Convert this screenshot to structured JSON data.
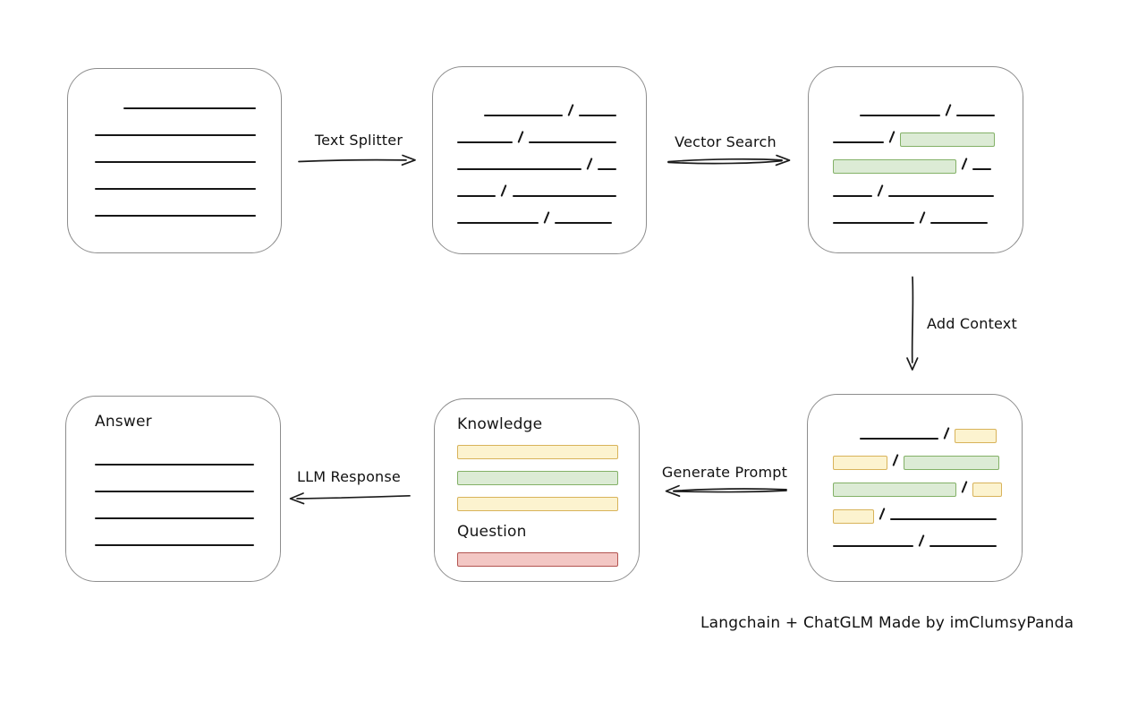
{
  "labels": {
    "text_splitter": "Text Splitter",
    "vector_search": "Vector Search",
    "add_context": "Add Context",
    "generate_prompt": "Generate Prompt",
    "llm_response": "LLM Response",
    "knowledge": "Knowledge",
    "question": "Question",
    "answer": "Answer",
    "credit": "Langchain + ChatGLM Made by imClumsyPanda"
  },
  "colors": {
    "box_border": "#8d8d8d",
    "stroke": "#161616",
    "yellow_fill": "#fcf3cf",
    "yellow_border": "#d8b35a",
    "green_fill": "#dcebd5",
    "green_border": "#83b167",
    "red_fill": "#f3c7c4",
    "red_border": "#b35450"
  },
  "diagram": {
    "boxes": {
      "source-document": {
        "rows": [
          {
            "indent": 32,
            "segs": [
              {
                "t": "line",
                "w": 148
              }
            ]
          },
          {
            "segs": [
              {
                "t": "line",
                "w": 180
              }
            ]
          },
          {
            "segs": [
              {
                "t": "line",
                "w": 180
              }
            ]
          },
          {
            "segs": [
              {
                "t": "line",
                "w": 180
              }
            ]
          },
          {
            "segs": [
              {
                "t": "line",
                "w": 180
              }
            ]
          }
        ]
      },
      "split-text": {
        "rows": [
          {
            "indent": 30,
            "segs": [
              {
                "t": "line",
                "w": 90
              },
              {
                "t": "slash"
              },
              {
                "t": "line",
                "w": 43
              }
            ]
          },
          {
            "segs": [
              {
                "t": "line",
                "w": 63
              },
              {
                "t": "slash"
              },
              {
                "t": "line",
                "w": 100
              }
            ]
          },
          {
            "segs": [
              {
                "t": "line",
                "w": 140
              },
              {
                "t": "slash"
              },
              {
                "t": "line",
                "w": 21
              }
            ]
          },
          {
            "segs": [
              {
                "t": "line",
                "w": 44
              },
              {
                "t": "slash"
              },
              {
                "t": "line",
                "w": 118
              }
            ]
          },
          {
            "segs": [
              {
                "t": "line",
                "w": 91
              },
              {
                "t": "slash"
              },
              {
                "t": "line",
                "w": 64
              }
            ]
          }
        ]
      },
      "vector-matched": {
        "rows": [
          {
            "indent": 30,
            "segs": [
              {
                "t": "line",
                "w": 90
              },
              {
                "t": "slash"
              },
              {
                "t": "line",
                "w": 43
              }
            ]
          },
          {
            "segs": [
              {
                "t": "line",
                "w": 63
              },
              {
                "t": "slash"
              },
              {
                "t": "chip",
                "c": "green",
                "w": 106
              }
            ]
          },
          {
            "segs": [
              {
                "t": "chip",
                "c": "green",
                "w": 138
              },
              {
                "t": "slash"
              },
              {
                "t": "line",
                "w": 21
              }
            ]
          },
          {
            "segs": [
              {
                "t": "line",
                "w": 44
              },
              {
                "t": "slash"
              },
              {
                "t": "line",
                "w": 118
              }
            ]
          },
          {
            "segs": [
              {
                "t": "line",
                "w": 91
              },
              {
                "t": "slash"
              },
              {
                "t": "line",
                "w": 64
              }
            ]
          }
        ]
      },
      "context-prompt": {
        "rows": [
          {
            "indent": 30,
            "segs": [
              {
                "t": "line",
                "w": 93
              },
              {
                "t": "slash"
              },
              {
                "t": "chip",
                "c": "yellow",
                "w": 47
              }
            ]
          },
          {
            "segs": [
              {
                "t": "chip",
                "c": "yellow",
                "w": 61
              },
              {
                "t": "slash"
              },
              {
                "t": "chip",
                "c": "green",
                "w": 107
              }
            ]
          },
          {
            "segs": [
              {
                "t": "chip",
                "c": "green",
                "w": 138
              },
              {
                "t": "slash"
              },
              {
                "t": "chip",
                "c": "yellow",
                "w": 33
              }
            ]
          },
          {
            "segs": [
              {
                "t": "chip",
                "c": "yellow",
                "w": 46
              },
              {
                "t": "slash"
              },
              {
                "t": "line",
                "w": 120
              }
            ]
          },
          {
            "segs": [
              {
                "t": "line",
                "w": 91
              },
              {
                "t": "slash"
              },
              {
                "t": "line",
                "w": 76
              }
            ]
          }
        ]
      },
      "knowledge-question": {
        "rows": [
          {
            "segs": [
              {
                "t": "label",
                "key": "knowledge"
              }
            ]
          },
          {
            "segs": [
              {
                "t": "bar",
                "c": "yellow"
              }
            ]
          },
          {
            "segs": [
              {
                "t": "bar",
                "c": "green"
              }
            ]
          },
          {
            "segs": [
              {
                "t": "bar",
                "c": "yellow"
              }
            ]
          },
          {
            "segs": [
              {
                "t": "label",
                "key": "question"
              }
            ]
          },
          {
            "segs": [
              {
                "t": "bar",
                "c": "red"
              }
            ]
          }
        ]
      },
      "answer": {
        "rows": [
          {
            "segs": [
              {
                "t": "label",
                "key": "answer",
                "padAfter": true
              }
            ]
          },
          {
            "segs": [
              {
                "t": "line",
                "w": 180
              }
            ]
          },
          {
            "segs": [
              {
                "t": "line",
                "w": 180
              }
            ]
          },
          {
            "segs": [
              {
                "t": "line",
                "w": 180
              }
            ]
          },
          {
            "segs": [
              {
                "t": "line",
                "w": 180
              }
            ]
          }
        ]
      }
    }
  }
}
